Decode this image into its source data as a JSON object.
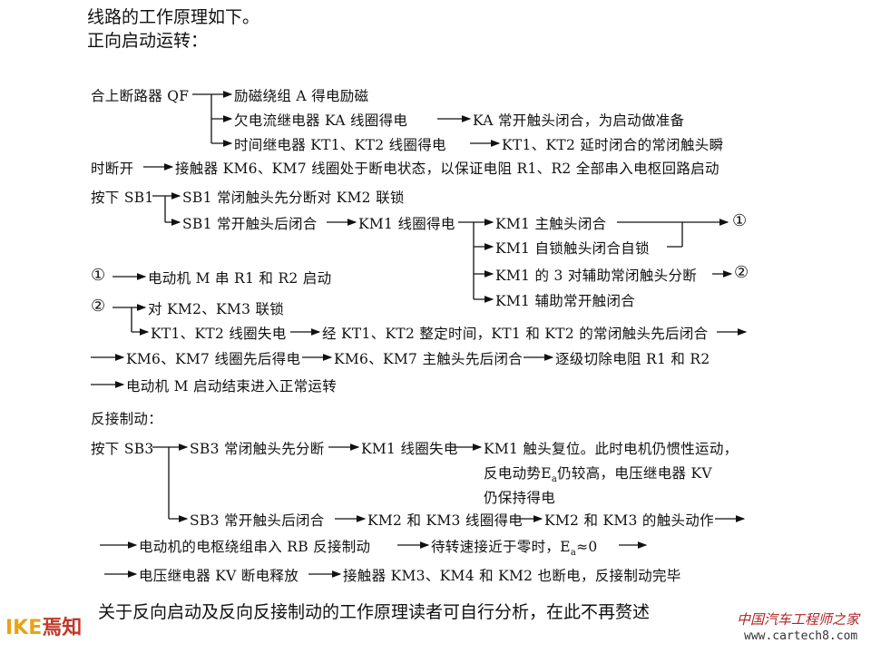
{
  "header": {
    "line1": "线路的工作原理如下。",
    "line2": "正向启动运转："
  },
  "forward": {
    "qf": "合上断路器 QF",
    "a1": "励磁绕组 A 得电励磁",
    "a2": "欠电流继电器 KA 线圈得电",
    "a2b": "KA 常开触头闭合，为启动做准备",
    "a3": "时间继电器 KT1、KT2 线圈得电",
    "a3b": "KT1、KT2 延时闭合的常闭触头瞬",
    "a4": "时断开",
    "a4b": "接触器 KM6、KM7 线圈处于断电状态，以保证电阻 R1、R2 全部串入电枢回路启动",
    "sb1": "按下 SB1",
    "b1": "SB1 常闭触头先分断对 KM2 联锁",
    "b2": "SB1 常开触头后闭合",
    "b2b": "KM1 线圈得电",
    "c1": "KM1 主触头闭合",
    "c1r": "①",
    "c2": "KM1 自锁触头闭合自锁",
    "c3": "KM1 的 3 对辅助常闭触头分断",
    "c3r": "②",
    "c4": "KM1 辅助常开触闭合",
    "m1": "①",
    "m1b": "电动机 M 串 R1 和 R2 启动",
    "m2": "②",
    "m2a": "对 KM2、KM3 联锁",
    "m2b": "KT1、KT2 线圈失电",
    "m2c": "经 KT1、KT2 整定时间，KT1 和 KT2 的常闭触头先后闭合",
    "r1": "KM6、KM7 线圈先后得电",
    "r1b": "KM6、KM7 主触头先后闭合",
    "r1c": "逐级切除电阻 R1 和 R2",
    "r2": "电动机 M 启动结束进入正常运转"
  },
  "reverse": {
    "title": "反接制动：",
    "sb3": "按下 SB3",
    "d1": "SB3 常闭触头先分断",
    "d1b": "KM1 线圈失电",
    "d1c": "KM1 触头复位。此时电机仍惯性运动，",
    "d1d": "反电动势E",
    "d1d_sub": "a",
    "d1e": "仍较高，电压继电器 KV",
    "d1f": "仍保持得电",
    "d2": "SB3 常开触头后闭合",
    "d2b": "KM2 和 KM3 线圈得电",
    "d2c": "KM2 和 KM3 的触头动作",
    "e1": "电动机的电枢绕组串入 RB 反接制动",
    "e1b": "待转速接近于零时，E",
    "e1b_sub": "a",
    "e1c": "≈0",
    "e2": "电压继电器 KV 断电释放",
    "e2b": "接触器 KM3、KM4 和 KM2 也断电，反接制动完毕"
  },
  "footer": {
    "text": "关于反向启动及反向反接制动的工作原理读者可自行分析，在此不再赘述",
    "logo_a": "IKE",
    "logo_b": "焉知",
    "wm1": "中国汽车工程师之家",
    "wm2": "www.cartech8.com"
  }
}
